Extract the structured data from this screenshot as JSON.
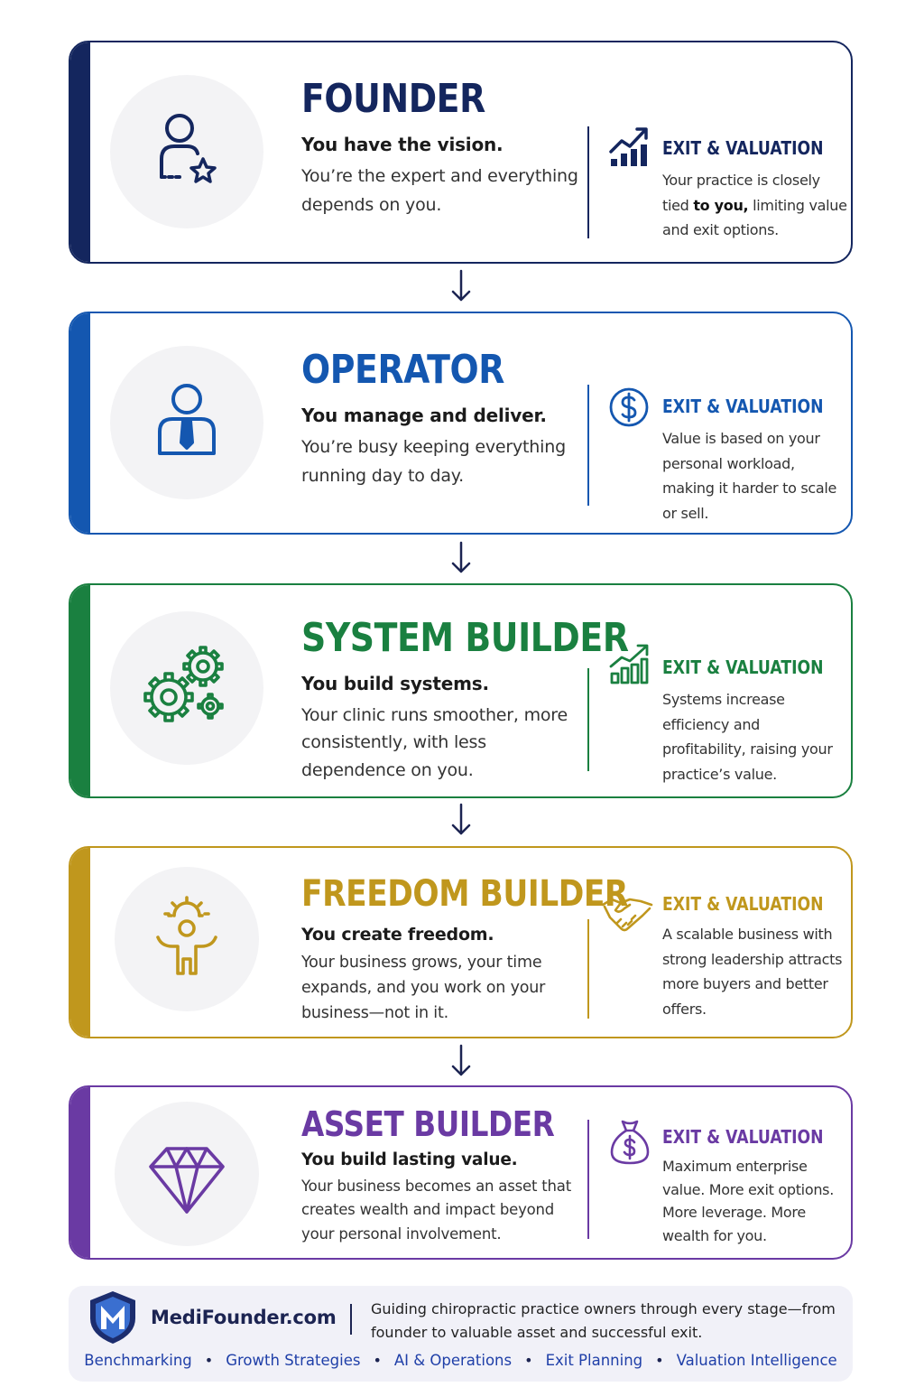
{
  "stages": [
    {
      "title": "FOUNDER",
      "subtitle": "You have the vision.",
      "description": "You’re the expert and everything depends on you.",
      "exit_title": "EXIT & VALUATION",
      "exit_text_before": "Your practice is closely tied ",
      "exit_text_bold": "to you,",
      "exit_text_after": " limiting value and exit options.",
      "color": "#14265e",
      "icon": "person-star-icon",
      "exit_icon": "bar-chart-trend-icon"
    },
    {
      "title": "OPERATOR",
      "subtitle": "You manage and deliver.",
      "description": "You’re busy keeping everything running day to day.",
      "exit_title": "EXIT & VALUATION",
      "exit_text": "Value is based on your personal workload, making it harder to scale or sell.",
      "color": "#1457b0",
      "icon": "person-tie-icon",
      "exit_icon": "dollar-circle-icon"
    },
    {
      "title": "SYSTEM BUILDER",
      "subtitle": "You build systems.",
      "description": "Your clinic runs smoother, more consistently, with less dependence on you.",
      "exit_title": "EXIT & VALUATION",
      "exit_text": "Systems increase efficiency and profitability, raising your practice’s value.",
      "color": "#1a8040",
      "icon": "gears-icon",
      "exit_icon": "growth-chart-icon"
    },
    {
      "title": "FREEDOM BUILDER",
      "subtitle": "You create freedom.",
      "description": "Your business grows, your time expands, and you work on your business—not in it.",
      "exit_title": "EXIT & VALUATION",
      "exit_text": "A scalable business with strong leadership attracts more buyers and better offers.",
      "color": "#c0971d",
      "icon": "person-sunrise-icon",
      "exit_icon": "handshake-icon"
    },
    {
      "title": "ASSET BUILDER",
      "subtitle": "You build lasting value.",
      "description": "Your business becomes an asset that creates wealth and impact beyond your personal involvement.",
      "exit_title": "EXIT & VALUATION",
      "exit_text": "Maximum enterprise value. More exit options. More leverage. More wealth for you.",
      "color": "#6a3aa3",
      "icon": "diamond-icon",
      "exit_icon": "money-bag-icon"
    }
  ],
  "footer": {
    "brand": "MediFounder.com",
    "logo_letter": "M",
    "tagline": "Guiding chiropractic practice owners through every stage—from founder to valuable asset and successful exit.",
    "links": [
      "Benchmarking",
      "Growth Strategies",
      "AI & Operations",
      "Exit Planning",
      "Valuation Intelligence"
    ]
  }
}
